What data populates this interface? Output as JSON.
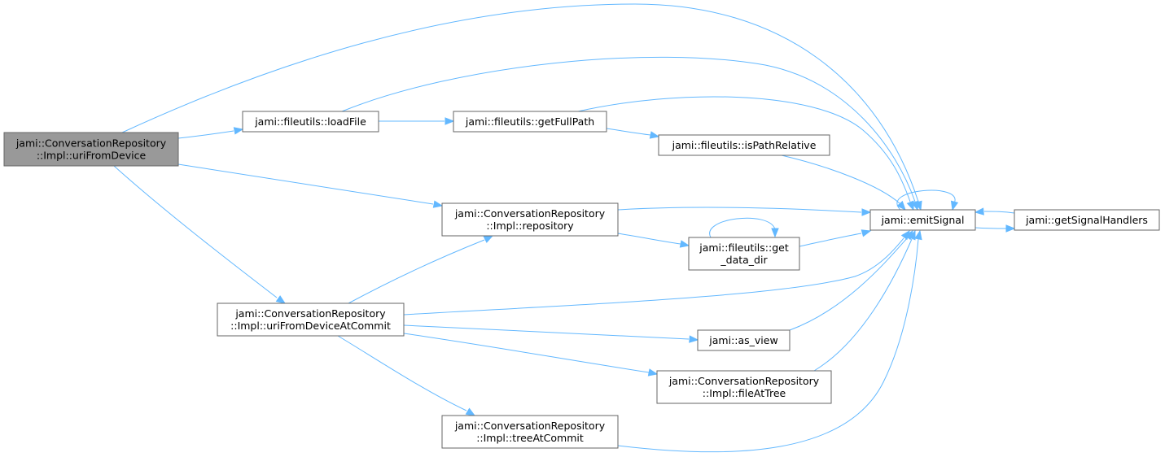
{
  "diagram": {
    "type": "call-graph",
    "colors": {
      "edge": "#63b8ff",
      "node_border": "#666666",
      "root_fill": "#999999",
      "node_fill": "#ffffff"
    },
    "nodes": {
      "n_uriFromDevice": {
        "lines": [
          "jami::ConversationRepository",
          "::Impl::uriFromDevice"
        ],
        "root": true
      },
      "n_loadFile": {
        "lines": [
          "jami::fileutils::loadFile"
        ]
      },
      "n_getFullPath": {
        "lines": [
          "jami::fileutils::getFullPath"
        ]
      },
      "n_isPathRelative": {
        "lines": [
          "jami::fileutils::isPathRelative"
        ]
      },
      "n_repository": {
        "lines": [
          "jami::ConversationRepository",
          "::Impl::repository"
        ]
      },
      "n_emitSignal": {
        "lines": [
          "jami::emitSignal"
        ]
      },
      "n_getSignalHandlers": {
        "lines": [
          "jami::getSignalHandlers"
        ]
      },
      "n_get_data_dir": {
        "lines": [
          "jami::fileutils::get",
          "_data_dir"
        ]
      },
      "n_uriFromDeviceAtCommit": {
        "lines": [
          "jami::ConversationRepository",
          "::Impl::uriFromDeviceAtCommit"
        ]
      },
      "n_as_view": {
        "lines": [
          "jami::as_view"
        ]
      },
      "n_fileAtTree": {
        "lines": [
          "jami::ConversationRepository",
          "::Impl::fileAtTree"
        ]
      },
      "n_treeAtCommit": {
        "lines": [
          "jami::ConversationRepository",
          "::Impl::treeAtCommit"
        ]
      }
    },
    "edges": [
      [
        "n_uriFromDevice",
        "n_emitSignal"
      ],
      [
        "n_uriFromDevice",
        "n_loadFile"
      ],
      [
        "n_uriFromDevice",
        "n_repository"
      ],
      [
        "n_uriFromDevice",
        "n_uriFromDeviceAtCommit"
      ],
      [
        "n_loadFile",
        "n_emitSignal"
      ],
      [
        "n_loadFile",
        "n_getFullPath"
      ],
      [
        "n_getFullPath",
        "n_emitSignal"
      ],
      [
        "n_getFullPath",
        "n_isPathRelative"
      ],
      [
        "n_isPathRelative",
        "n_emitSignal"
      ],
      [
        "n_repository",
        "n_emitSignal"
      ],
      [
        "n_repository",
        "n_get_data_dir"
      ],
      [
        "n_get_data_dir",
        "n_emitSignal"
      ],
      [
        "n_get_data_dir",
        "n_get_data_dir"
      ],
      [
        "n_emitSignal",
        "n_emitSignal"
      ],
      [
        "n_emitSignal",
        "n_getSignalHandlers"
      ],
      [
        "n_getSignalHandlers",
        "n_emitSignal"
      ],
      [
        "n_uriFromDeviceAtCommit",
        "n_repository"
      ],
      [
        "n_uriFromDeviceAtCommit",
        "n_emitSignal"
      ],
      [
        "n_uriFromDeviceAtCommit",
        "n_as_view"
      ],
      [
        "n_uriFromDeviceAtCommit",
        "n_fileAtTree"
      ],
      [
        "n_uriFromDeviceAtCommit",
        "n_treeAtCommit"
      ],
      [
        "n_as_view",
        "n_emitSignal"
      ],
      [
        "n_fileAtTree",
        "n_emitSignal"
      ],
      [
        "n_treeAtCommit",
        "n_emitSignal"
      ]
    ]
  }
}
